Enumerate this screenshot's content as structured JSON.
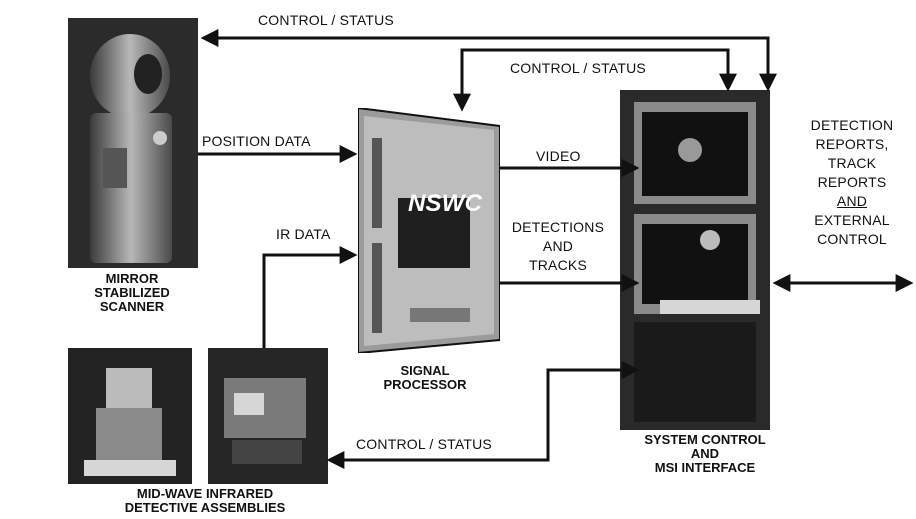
{
  "labels": {
    "control_status_top": "CONTROL / STATUS",
    "control_status_mid": "CONTROL / STATUS",
    "control_status_bottom": "CONTROL / STATUS",
    "position_data": "POSITION DATA",
    "ir_data": "IR DATA",
    "video": "VIDEO",
    "detections": [
      "DETECTIONS",
      "AND",
      "TRACKS"
    ],
    "external": [
      "DETECTION",
      "REPORTS,",
      "TRACK",
      "REPORTS",
      "AND",
      "EXTERNAL",
      "CONTROL"
    ]
  },
  "captions": {
    "scanner": [
      "MIRROR",
      "STABILIZED",
      "SCANNER"
    ],
    "processor": [
      "SIGNAL",
      "PROCESSOR"
    ],
    "system": [
      "SYSTEM CONTROL",
      "AND",
      "MSI INTERFACE"
    ],
    "detectors": [
      "MID-WAVE INFRARED",
      "DETECTIVE ASSEMBLIES"
    ]
  },
  "processor_logo": "NSWC",
  "colors": {
    "ink": "#111111",
    "photo_dark": "#2a2a2a",
    "photo_mid": "#8a8a8a",
    "photo_light": "#d6d6d6"
  }
}
